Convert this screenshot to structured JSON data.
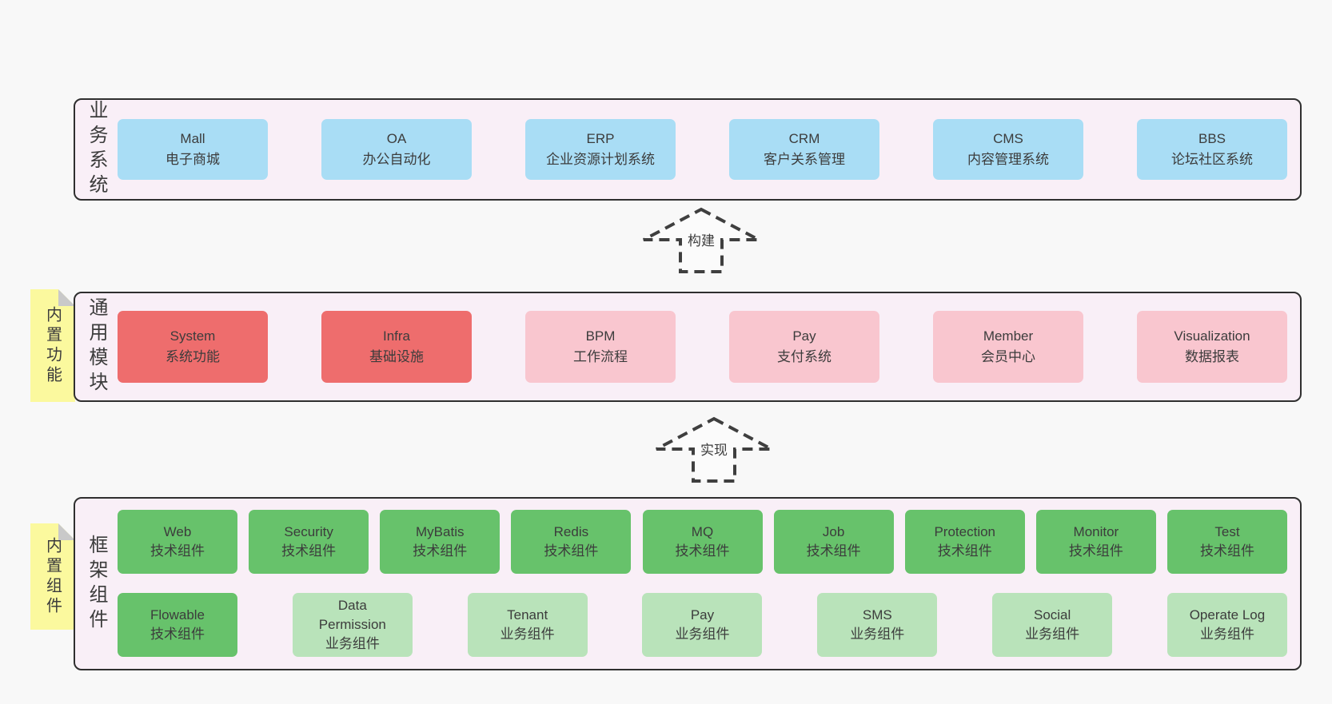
{
  "colors": {
    "page_bg": "#f8f8f8",
    "container_bg": "#f9eff7",
    "container_border": "#2f2f2f",
    "blue": "#a9ddf5",
    "red": "#ee6d6d",
    "pink": "#f9c6cf",
    "green": "#67c26b",
    "lightgreen": "#b9e3ba",
    "tab_bg": "#fbf99e",
    "tab_fold": "#c9c9c9",
    "arrow_fill": "#fbfbfb",
    "arrow_stroke": "#3f3f3f",
    "text": "#3c3c3c"
  },
  "tabs": [
    {
      "label": "内置功能"
    },
    {
      "label": "内置组件"
    }
  ],
  "arrows": [
    {
      "label": "构建"
    },
    {
      "label": "实现"
    }
  ],
  "rows": [
    {
      "label": "业务系统",
      "boxes": [
        {
          "name": "Mall",
          "sub": "电子商城",
          "variant": "blue"
        },
        {
          "name": "OA",
          "sub": "办公自动化",
          "variant": "blue"
        },
        {
          "name": "ERP",
          "sub": "企业资源计划系统",
          "variant": "blue"
        },
        {
          "name": "CRM",
          "sub": "客户关系管理",
          "variant": "blue"
        },
        {
          "name": "CMS",
          "sub": "内容管理系统",
          "variant": "blue"
        },
        {
          "name": "BBS",
          "sub": "论坛社区系统",
          "variant": "blue"
        }
      ]
    },
    {
      "label": "通用模块",
      "boxes": [
        {
          "name": "System",
          "sub": "系统功能",
          "variant": "red"
        },
        {
          "name": "Infra",
          "sub": "基础设施",
          "variant": "red"
        },
        {
          "name": "BPM",
          "sub": "工作流程",
          "variant": "pink"
        },
        {
          "name": "Pay",
          "sub": "支付系统",
          "variant": "pink"
        },
        {
          "name": "Member",
          "sub": "会员中心",
          "variant": "pink"
        },
        {
          "name": "Visualization",
          "sub": "数据报表",
          "variant": "pink"
        }
      ]
    },
    {
      "label": "框架组件",
      "boxes": [
        {
          "name": "Web",
          "sub": "技术组件",
          "variant": "green"
        },
        {
          "name": "Security",
          "sub": "技术组件",
          "variant": "green"
        },
        {
          "name": "MyBatis",
          "sub": "技术组件",
          "variant": "green"
        },
        {
          "name": "Redis",
          "sub": "技术组件",
          "variant": "green"
        },
        {
          "name": "MQ",
          "sub": "技术组件",
          "variant": "green"
        },
        {
          "name": "Job",
          "sub": "技术组件",
          "variant": "green"
        },
        {
          "name": "Protection",
          "sub": "技术组件",
          "variant": "green"
        },
        {
          "name": "Monitor",
          "sub": "技术组件",
          "variant": "green"
        },
        {
          "name": "Test",
          "sub": "技术组件",
          "variant": "green"
        },
        {
          "name": "Flowable",
          "sub": "技术组件",
          "variant": "green"
        },
        {
          "name": "Data Permission",
          "sub": "业务组件",
          "variant": "lightgreen"
        },
        {
          "name": "Tenant",
          "sub": "业务组件",
          "variant": "lightgreen"
        },
        {
          "name": "Pay",
          "sub": "业务组件",
          "variant": "lightgreen"
        },
        {
          "name": "SMS",
          "sub": "业务组件",
          "variant": "lightgreen"
        },
        {
          "name": "Social",
          "sub": "业务组件",
          "variant": "lightgreen"
        },
        {
          "name": "Operate Log",
          "sub": "业务组件",
          "variant": "lightgreen"
        }
      ]
    }
  ]
}
